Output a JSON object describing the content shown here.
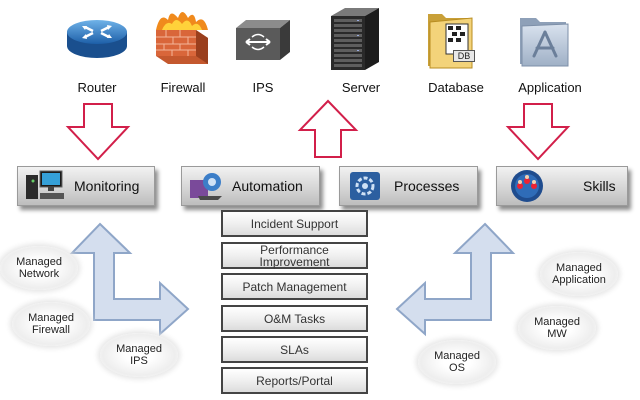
{
  "top_icons": [
    {
      "label": "Router",
      "icon": "router-icon"
    },
    {
      "label": "Firewall",
      "icon": "firewall-icon"
    },
    {
      "label": "IPS",
      "icon": "ips-appliance-icon"
    },
    {
      "label": "Server",
      "icon": "server-rack-icon"
    },
    {
      "label": "Database",
      "icon": "database-folder-icon",
      "badge": "DB"
    },
    {
      "label": "Application",
      "icon": "application-folder-icon"
    }
  ],
  "bands": [
    {
      "label": "Monitoring",
      "icon": "monitoring-workstation-icon"
    },
    {
      "label": "Automation",
      "icon": "automation-gear-icon"
    },
    {
      "label": "Processes",
      "icon": "processes-gear-icon"
    },
    {
      "label": "Skills",
      "icon": "skills-people-icon"
    }
  ],
  "services": [
    {
      "label": "Incident Support"
    },
    {
      "label": "Performance\nImprovement"
    },
    {
      "label": "Patch Management"
    },
    {
      "label": "O&M Tasks"
    },
    {
      "label": "SLAs"
    },
    {
      "label": "Reports/Portal"
    }
  ],
  "managed": [
    {
      "label": "Managed\nNetwork"
    },
    {
      "label": "Managed\nFirewall"
    },
    {
      "label": "Managed\nIPS"
    },
    {
      "label": "Managed\nOS"
    },
    {
      "label": "Managed\nApplication"
    },
    {
      "label": "Managed\nMW"
    }
  ],
  "colors": {
    "arrow_red_outline": "#d21f4a",
    "big_arrow_fill": "#d4deee",
    "big_arrow_outline": "#8fa6c8",
    "service_border": "#444444"
  }
}
